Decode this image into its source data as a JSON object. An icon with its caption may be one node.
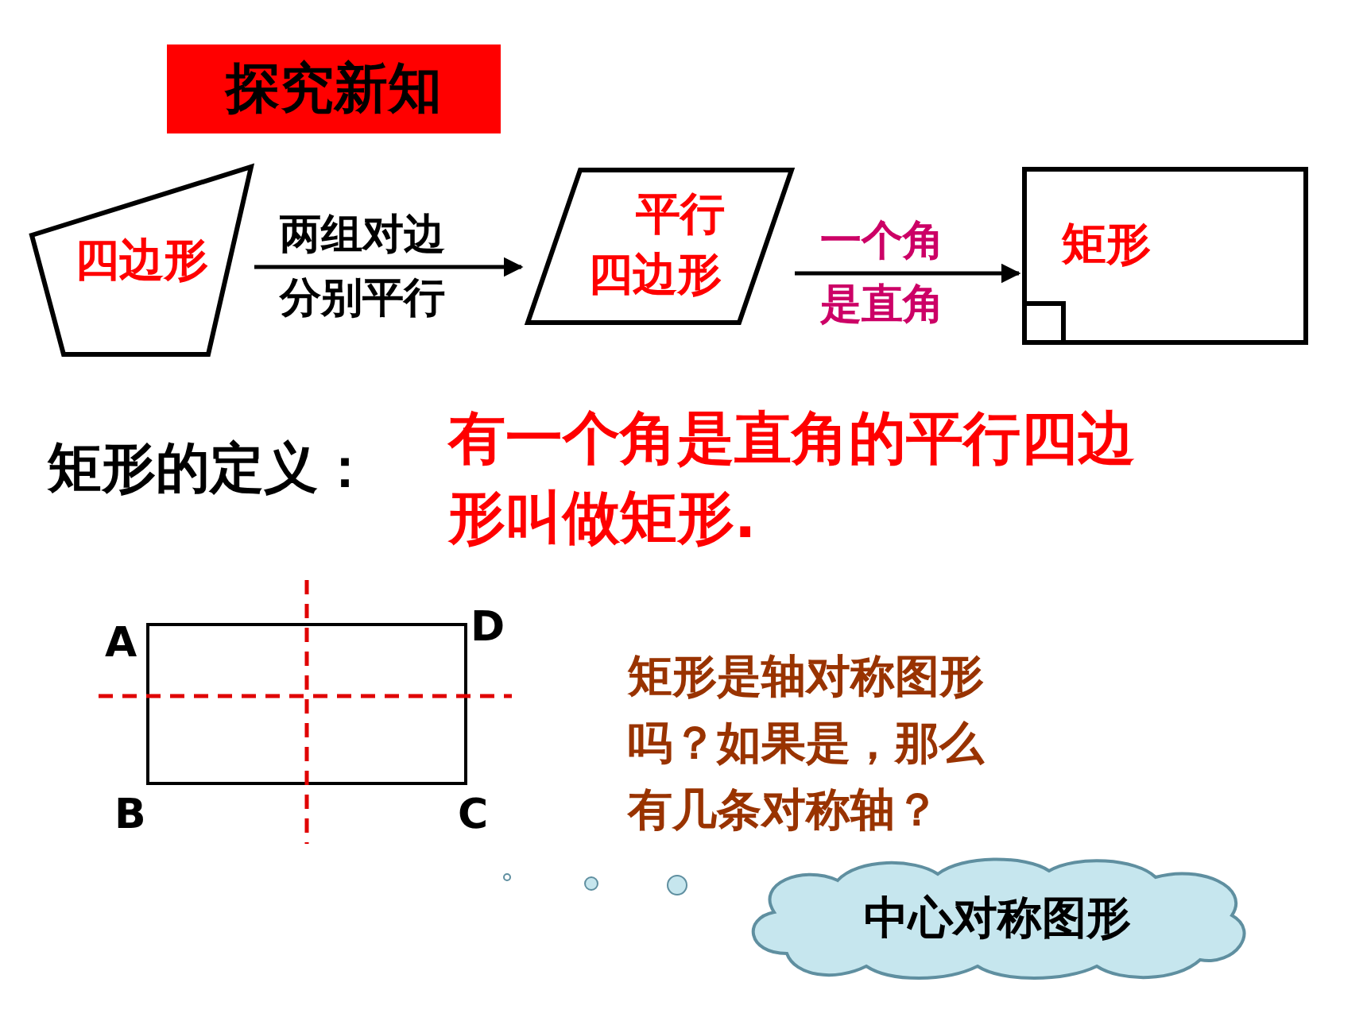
{
  "diagram": {
    "title": "探究新知",
    "nodes": [
      {
        "text": [
          "四边形"
        ]
      },
      {
        "text": [
          "平行四边形"
        ]
      },
      {
        "text": [
          "矩形"
        ]
      },
      {
        "text": [
          "中心对称图形"
        ]
      }
    ],
    "edges": [
      {
        "from": 0,
        "to": 1,
        "arrow": "to",
        "label": "两组对边分别平行"
      },
      {
        "from": 1,
        "to": 2,
        "arrow": "to",
        "label": "一个角是直角"
      }
    ],
    "labels": [
      "矩形的定义：",
      "有一个角是直角的平行四边形叫做矩形.",
      "A",
      "D",
      "B",
      "C",
      "矩形是轴对称图形吗？如果是，那么有几条对称轴？"
    ]
  }
}
